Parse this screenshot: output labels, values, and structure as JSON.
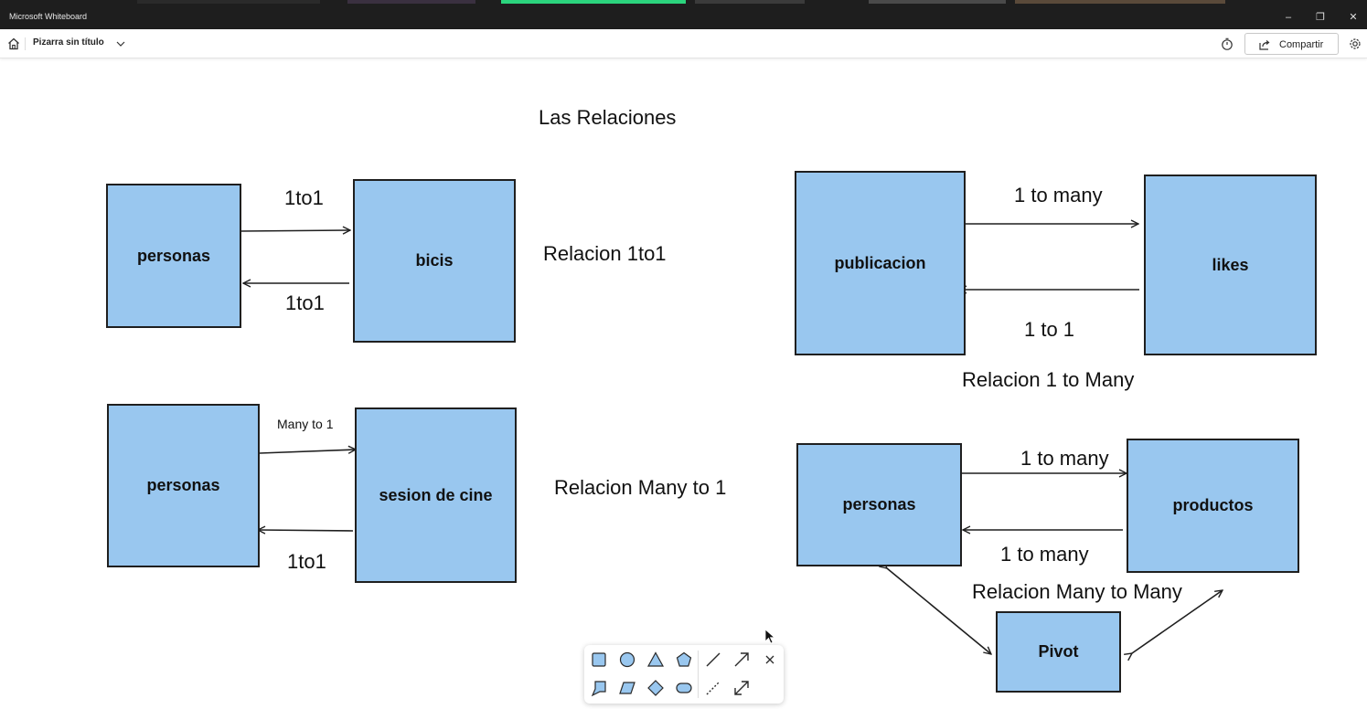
{
  "window": {
    "title": "Microsoft Whiteboard",
    "controls": {
      "minimize": "–",
      "restore": "❐",
      "close": "✕"
    }
  },
  "toolbar": {
    "board_name": "Pizarra sin título",
    "share_label": "Compartir",
    "icons": [
      "home-icon",
      "chevron-down-icon",
      "timer-icon",
      "share-icon",
      "gear-icon"
    ]
  },
  "canvas": {
    "heading": "Las Relaciones",
    "diagrams": {
      "one_to_one": {
        "left_box": "personas",
        "right_box": "bicis",
        "top_label": "1to1",
        "bottom_label": "1to1",
        "title": "Relacion 1to1"
      },
      "many_to_one": {
        "left_box": "personas",
        "right_box": "sesion de cine",
        "top_label": "Many to 1",
        "bottom_label": "1to1",
        "title": "Relacion Many to 1"
      },
      "one_to_many": {
        "left_box": "publicacion",
        "right_box": "likes",
        "top_label": "1 to many",
        "bottom_label": "1 to 1",
        "title": "Relacion 1 to Many"
      },
      "many_to_many": {
        "left_box": "personas",
        "right_box": "productos",
        "pivot_box": "Pivot",
        "top_label": "1 to many",
        "bottom_label": "1 to many",
        "title": "Relacion Many to Many"
      }
    }
  },
  "shape_toolbar": {
    "tools": [
      "square-icon",
      "circle-icon",
      "triangle-icon",
      "pentagon-icon",
      "line-icon",
      "arrow-icon",
      "close-icon",
      "callout-icon",
      "parallelogram-icon",
      "diamond-icon",
      "rounded-rect-icon",
      "dashed-line-icon",
      "double-arrow-icon"
    ]
  },
  "colors": {
    "box_fill": "#99c7ef",
    "box_border": "#1f1f1f",
    "titlebar": "#1e1e1e",
    "canvas": "#ffffff"
  }
}
